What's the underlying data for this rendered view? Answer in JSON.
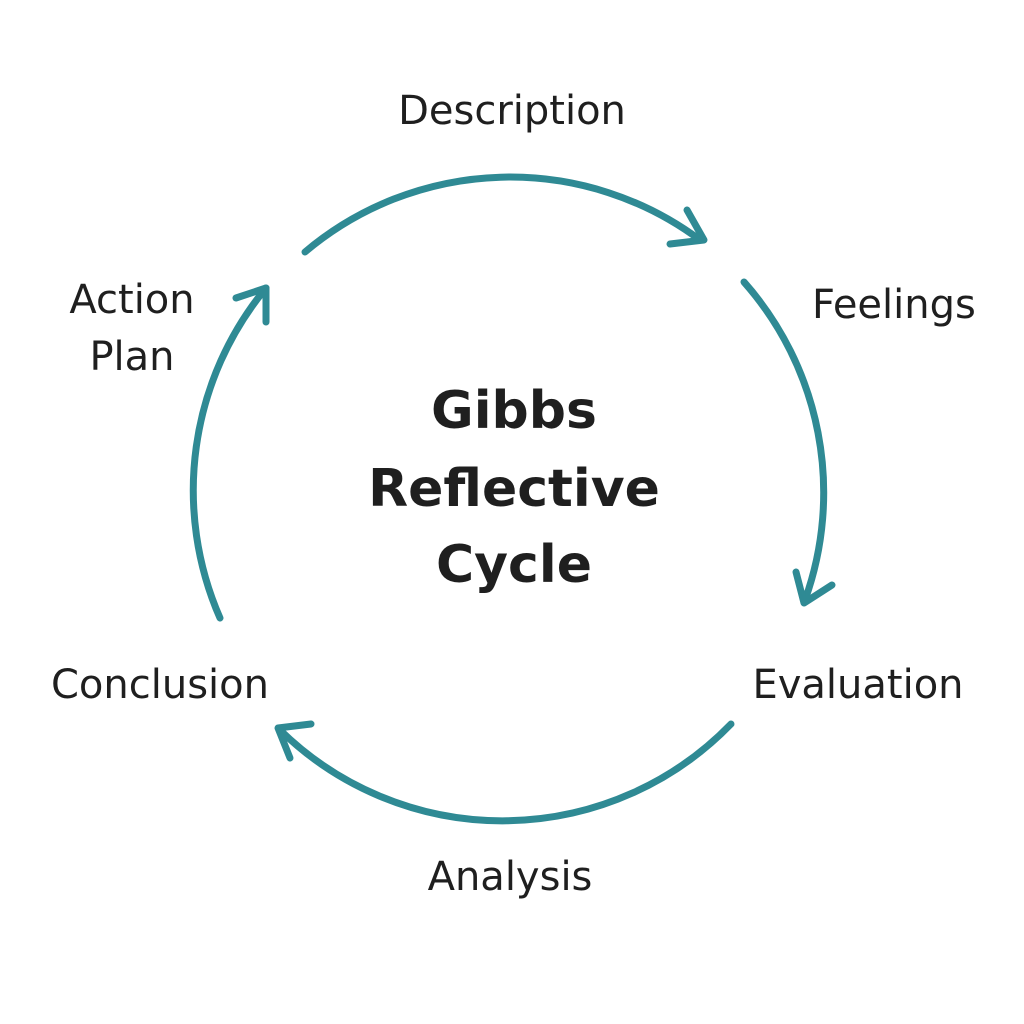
{
  "diagram": {
    "title_lines": [
      "Gibbs",
      "Reflective",
      "Cycle"
    ],
    "stages": {
      "description": "Description",
      "feelings": "Feelings",
      "evaluation": "Evaluation",
      "analysis": "Analysis",
      "conclusion": "Conclusion",
      "action_plan_lines": [
        "Action",
        "Plan"
      ]
    },
    "colors": {
      "arrow": "#2f8a94",
      "text": "#1f1f1f"
    }
  }
}
